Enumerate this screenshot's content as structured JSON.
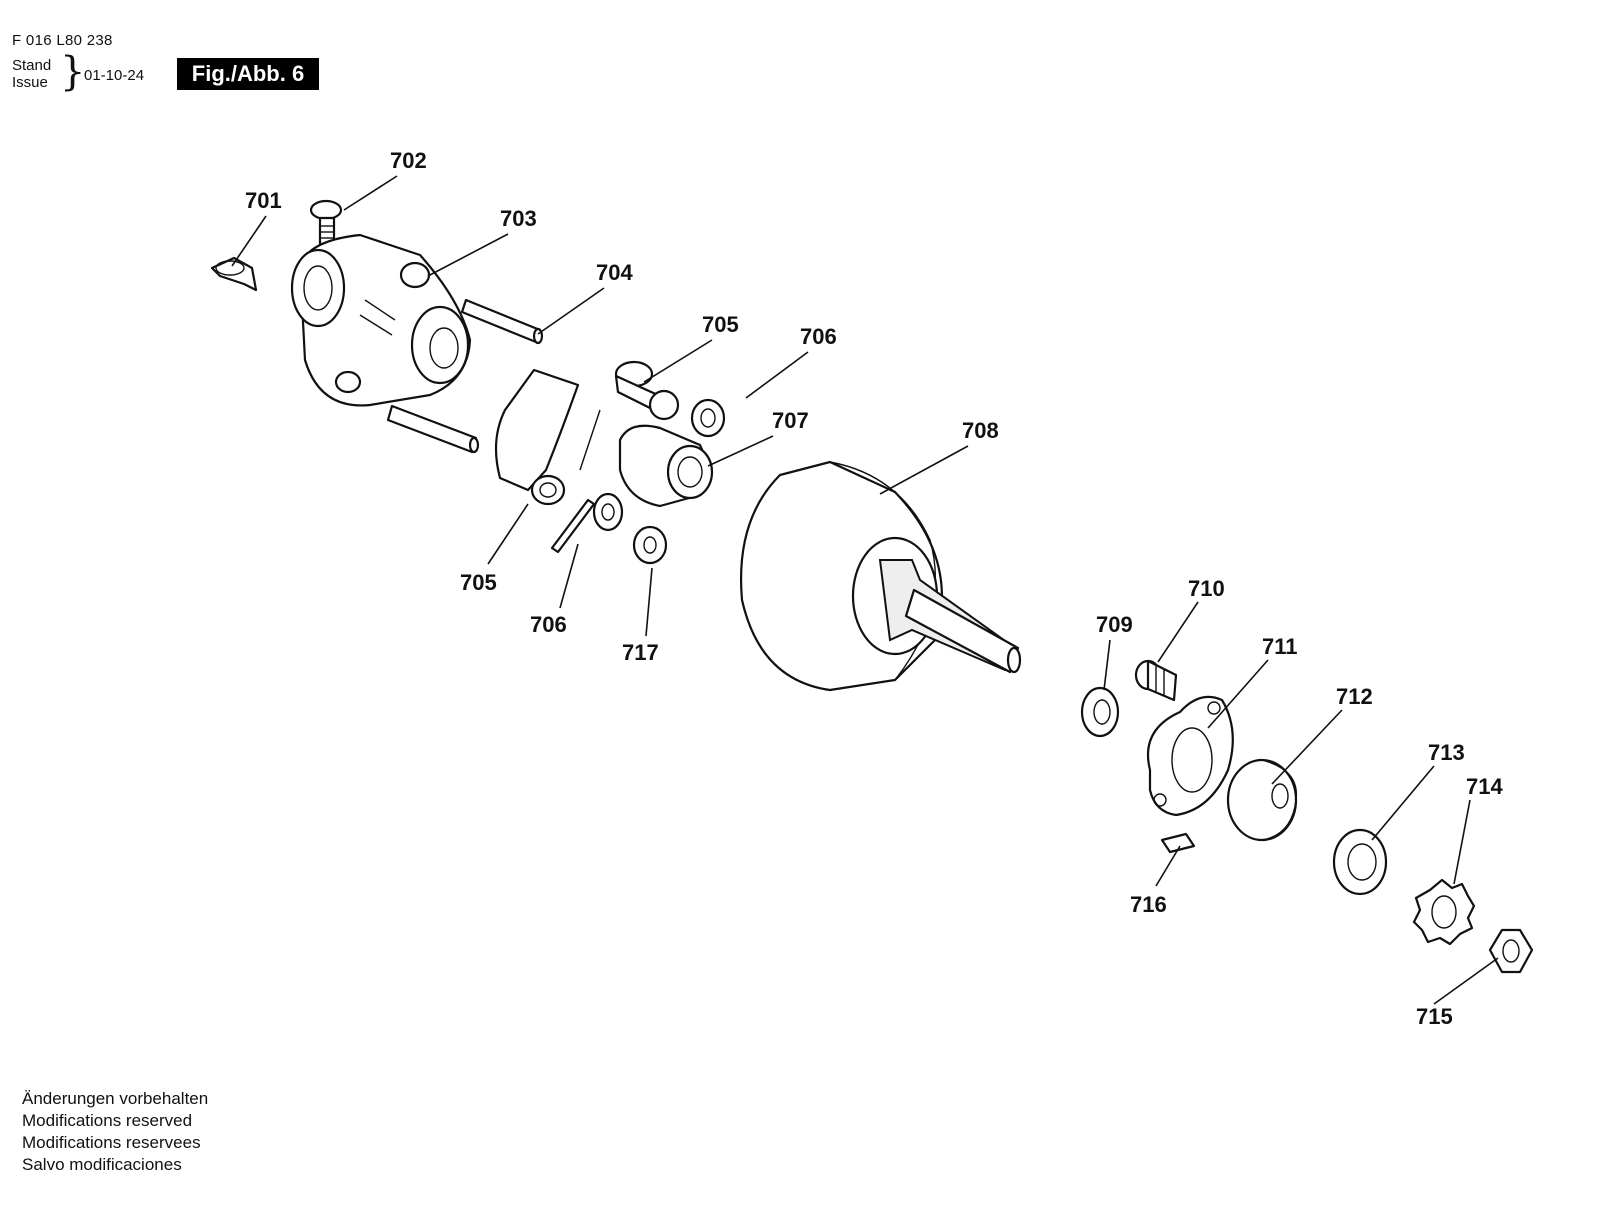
{
  "header": {
    "doc_number": "F 016 L80 238",
    "stand_label": "Stand",
    "issue_label": "Issue",
    "date": "01-10-24",
    "figure_label": "Fig./Abb. 6"
  },
  "parts": [
    {
      "id": "p701",
      "label": "701"
    },
    {
      "id": "p702",
      "label": "702"
    },
    {
      "id": "p703",
      "label": "703"
    },
    {
      "id": "p704",
      "label": "704"
    },
    {
      "id": "p705a",
      "label": "705"
    },
    {
      "id": "p706a",
      "label": "706"
    },
    {
      "id": "p707",
      "label": "707"
    },
    {
      "id": "p708",
      "label": "708"
    },
    {
      "id": "p705b",
      "label": "705"
    },
    {
      "id": "p706b",
      "label": "706"
    },
    {
      "id": "p717",
      "label": "717"
    },
    {
      "id": "p709",
      "label": "709"
    },
    {
      "id": "p710",
      "label": "710"
    },
    {
      "id": "p711",
      "label": "711"
    },
    {
      "id": "p712",
      "label": "712"
    },
    {
      "id": "p713",
      "label": "713"
    },
    {
      "id": "p714",
      "label": "714"
    },
    {
      "id": "p716",
      "label": "716"
    },
    {
      "id": "p715",
      "label": "715"
    }
  ],
  "footer": [
    "Änderungen vorbehalten",
    "Modifications reserved",
    "Modifications reservees",
    "Salvo modificaciones"
  ]
}
